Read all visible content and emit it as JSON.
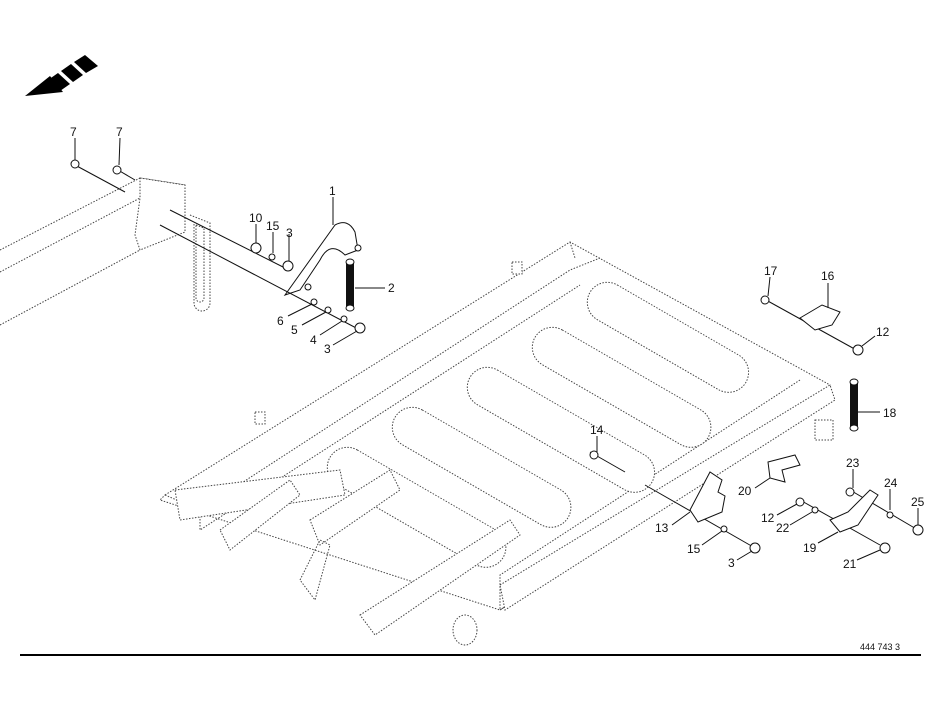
{
  "diagram": {
    "title": "Roller frame parts diagram",
    "drawing_number": "444 743 3",
    "direction_arrow": "travel-direction-arrow",
    "callouts": [
      {
        "id": "c7a",
        "label": "7"
      },
      {
        "id": "c7b",
        "label": "7"
      },
      {
        "id": "c1",
        "label": "1"
      },
      {
        "id": "c10",
        "label": "10"
      },
      {
        "id": "c15a",
        "label": "15"
      },
      {
        "id": "c3a",
        "label": "3"
      },
      {
        "id": "c2",
        "label": "2"
      },
      {
        "id": "c6",
        "label": "6"
      },
      {
        "id": "c5",
        "label": "5"
      },
      {
        "id": "c4",
        "label": "4"
      },
      {
        "id": "c3b",
        "label": "3"
      },
      {
        "id": "c17",
        "label": "17"
      },
      {
        "id": "c16",
        "label": "16"
      },
      {
        "id": "c12a",
        "label": "12"
      },
      {
        "id": "c18",
        "label": "18"
      },
      {
        "id": "c14",
        "label": "14"
      },
      {
        "id": "c23",
        "label": "23"
      },
      {
        "id": "c20",
        "label": "20"
      },
      {
        "id": "c24",
        "label": "24"
      },
      {
        "id": "c25",
        "label": "25"
      },
      {
        "id": "c12b",
        "label": "12"
      },
      {
        "id": "c22",
        "label": "22"
      },
      {
        "id": "c13",
        "label": "13"
      },
      {
        "id": "c19",
        "label": "19"
      },
      {
        "id": "c15b",
        "label": "15"
      },
      {
        "id": "c21",
        "label": "21"
      },
      {
        "id": "c3c",
        "label": "3"
      }
    ]
  }
}
